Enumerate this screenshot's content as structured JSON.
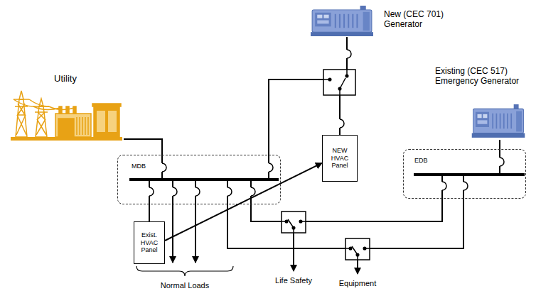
{
  "diagram": {
    "nodes": [
      {
        "text": [
          "New (CEC 701) Generator"
        ]
      },
      {
        "text": [
          "Existing (CEC 517) Emergency Generator"
        ]
      },
      {
        "text": [
          "Utility"
        ]
      },
      {
        "text": [
          "MDB"
        ]
      },
      {
        "text": [
          "NEW HVAC Panel"
        ]
      },
      {
        "text": [
          "EDB"
        ]
      },
      {
        "text": [
          "Exist. HVAC Panel"
        ]
      }
    ],
    "edges": [
      {
        "from": 2,
        "to": 3,
        "arrow": "none"
      },
      {
        "from": 0,
        "to": 4,
        "arrow": "none"
      },
      {
        "from": 3,
        "to": 4,
        "arrow": "none"
      },
      {
        "from": 1,
        "to": 5,
        "arrow": "none"
      },
      {
        "from": 3,
        "to": 6,
        "arrow": "none"
      },
      {
        "from": 6,
        "to": 4,
        "arrow": "to"
      }
    ],
    "labels": [
      "Life Safety",
      "Equipment",
      "Normal Loads"
    ]
  }
}
